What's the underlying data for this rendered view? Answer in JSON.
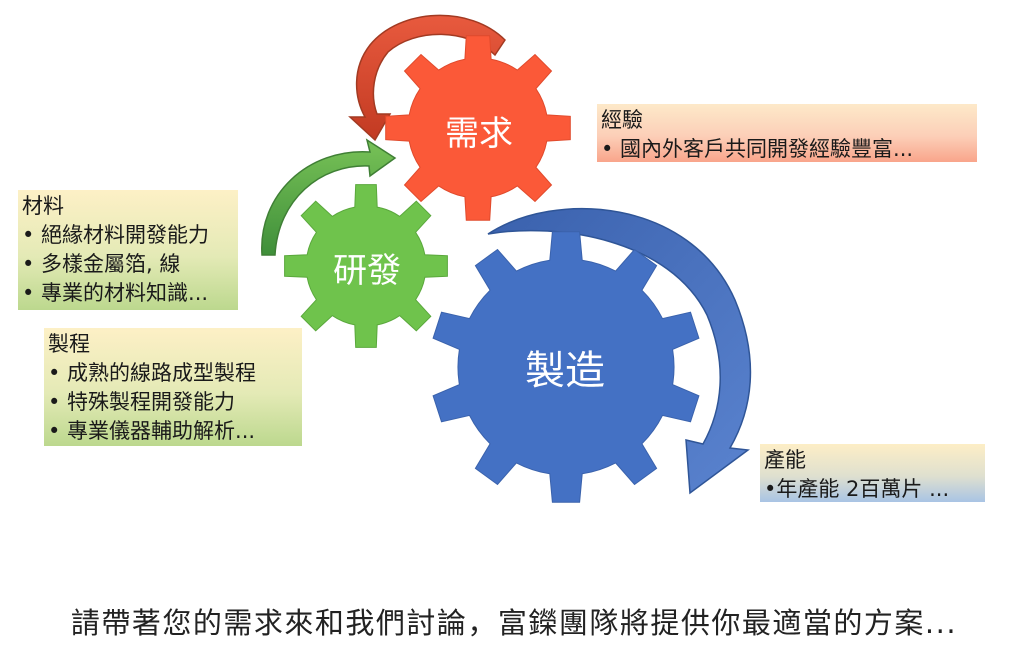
{
  "gears": {
    "demand": {
      "label": "需求",
      "color": "#fb5938"
    },
    "rnd": {
      "label": "研發",
      "color": "#6fc34c"
    },
    "manufacturing": {
      "label": "製造",
      "color": "#4471c4"
    }
  },
  "arrows": {
    "demand_arrow": {
      "color": "#d8442b"
    },
    "rnd_arrow": {
      "color": "#5fae45"
    },
    "manufacturing_arrow": {
      "color": "#3c66b4"
    }
  },
  "boxes": {
    "experience": {
      "title": "經驗",
      "items": [
        "• 國內外客戶共同開發經驗豐富..."
      ]
    },
    "materials": {
      "title": "材料",
      "items": [
        "• 絕緣材料開發能力",
        "• 多樣金屬箔, 線",
        "• 專業的材料知識..."
      ]
    },
    "process": {
      "title": "製程",
      "items": [
        "• 成熟的線路成型製程",
        "• 特殊製程開發能力",
        "• 專業儀器輔助解析..."
      ]
    },
    "capacity": {
      "title": "產能",
      "items": [
        "•年產能 2百萬片 ..."
      ]
    }
  },
  "footer": {
    "text": "請帶著您的需求來和我們討論，富鑅團隊將提供你最適當的方案..."
  }
}
